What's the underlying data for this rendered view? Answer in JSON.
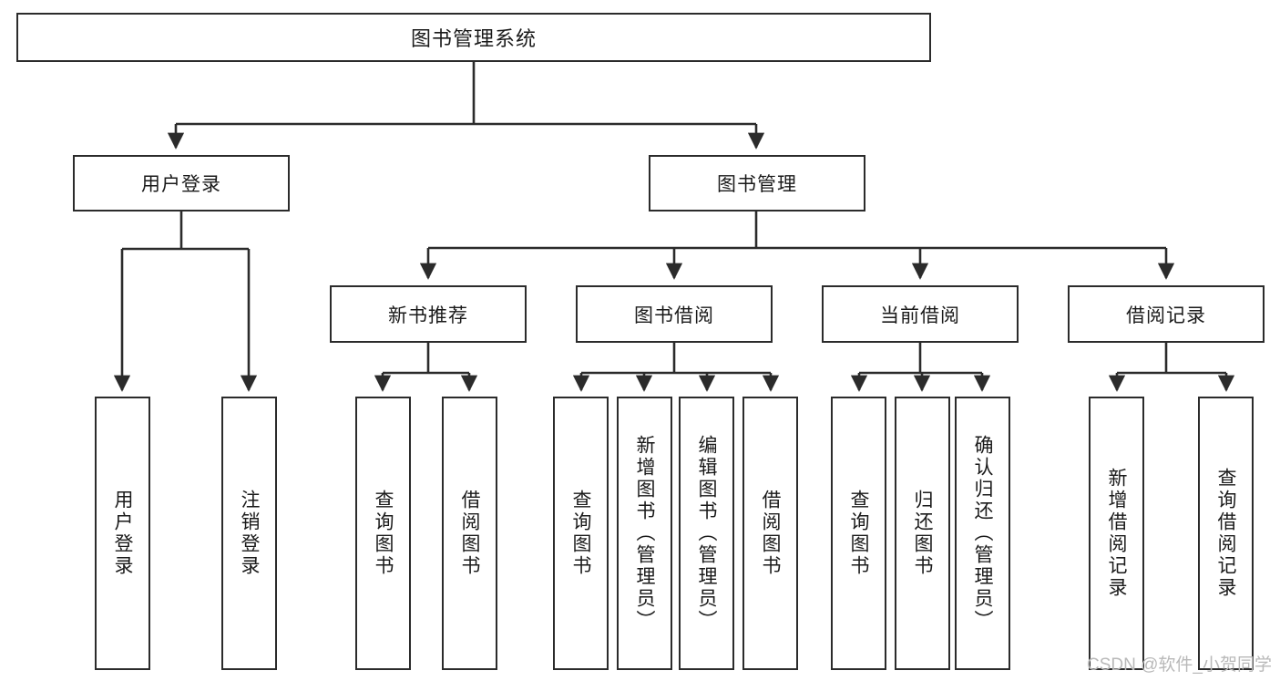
{
  "diagram": {
    "type": "tree",
    "title": "图书管理系统",
    "root": {
      "id": "root",
      "label": "图书管理系统"
    },
    "level1": [
      {
        "id": "user-login",
        "label": "用户登录"
      },
      {
        "id": "book-management",
        "label": "图书管理"
      }
    ],
    "level2": [
      {
        "id": "new-book-recommend",
        "label": "新书推荐",
        "parent": "book-management"
      },
      {
        "id": "book-borrow",
        "label": "图书借阅",
        "parent": "book-management"
      },
      {
        "id": "current-borrow",
        "label": "当前借阅",
        "parent": "book-management"
      },
      {
        "id": "borrow-record",
        "label": "借阅记录",
        "parent": "book-management"
      }
    ],
    "leaves": {
      "user-login": [
        {
          "id": "leaf-user-login",
          "label": "用户登录"
        },
        {
          "id": "leaf-user-logout",
          "label": "注销登录"
        }
      ],
      "new-book-recommend": [
        {
          "id": "leaf-query-book-1",
          "label": "查询图书"
        },
        {
          "id": "leaf-borrow-book-1",
          "label": "借阅图书"
        }
      ],
      "book-borrow": [
        {
          "id": "leaf-query-book-2",
          "label": "查询图书"
        },
        {
          "id": "leaf-add-book-admin",
          "label": "新增图书（管理员）"
        },
        {
          "id": "leaf-edit-book-admin",
          "label": "编辑图书（管理员）"
        },
        {
          "id": "leaf-borrow-book-2",
          "label": "借阅图书"
        }
      ],
      "current-borrow": [
        {
          "id": "leaf-query-book-3",
          "label": "查询图书"
        },
        {
          "id": "leaf-return-book",
          "label": "归还图书"
        },
        {
          "id": "leaf-confirm-return-admin",
          "label": "确认归还（管理员）"
        }
      ],
      "borrow-record": [
        {
          "id": "leaf-add-borrow-record",
          "label": "新增借阅记录"
        },
        {
          "id": "leaf-query-borrow-record",
          "label": "查询借阅记录"
        }
      ]
    }
  },
  "watermark": {
    "text": "CSDN @软件_小贺同学"
  },
  "colors": {
    "stroke": "#2b2b2b",
    "background": "#ffffff",
    "text": "#1a1a1a",
    "watermark": "#b9b9b9"
  }
}
